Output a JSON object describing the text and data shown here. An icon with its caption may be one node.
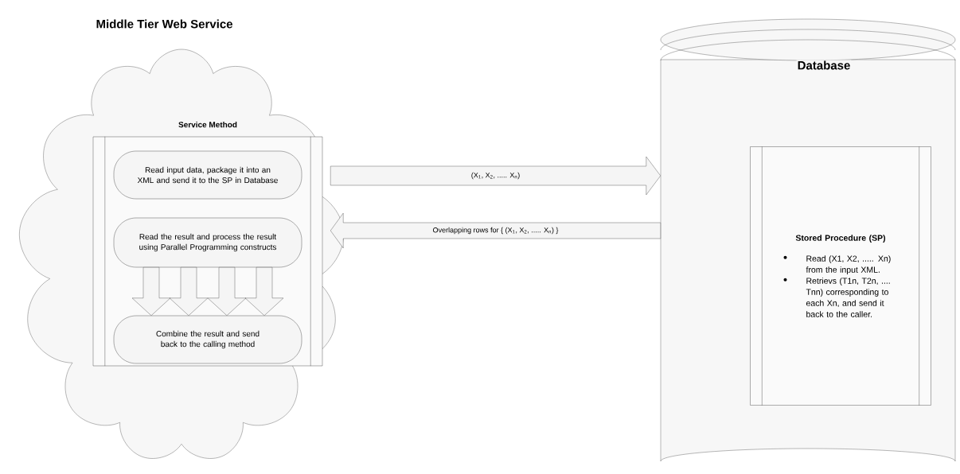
{
  "diagram": {
    "title": "Middle Tier Web Service",
    "nodes": [
      {
        "text": [],
        "shape": "cloud"
      },
      {
        "text": [
          "Service Method"
        ],
        "in": 0
      },
      {
        "text": [
          "Read input data, package it into an XML and send it to the SP in Database"
        ],
        "in": 1
      },
      {
        "text": [
          "Read the result and process the result using Parallel Programming constructs"
        ],
        "in": 1
      },
      {
        "text": [
          "Combine the result and send back to the calling method"
        ],
        "in": 1
      },
      {
        "text": [
          "Database"
        ]
      },
      {
        "text": [
          "Stored Procedure (SP)",
          "Read (X1, X2, ..... Xn) from the input XML.",
          "Retrievs (T1n, T2n, .... Tnn) corresponding to each Xn, and send it back to the caller."
        ],
        "in": 5
      }
    ],
    "edges": [
      {
        "from": 1,
        "to": 5,
        "arrow": "to",
        "label": "(X$_{1}$, X$_{2}$, ..... X$_{n}$)"
      },
      {
        "from": 5,
        "to": 1,
        "arrow": "to",
        "label": "Overlapping rows for { (X$_{1}$, X$_{2}$, ..... X$_{n}$) }"
      },
      {
        "from": 3,
        "to": 4,
        "arrow": "to"
      },
      {
        "from": 3,
        "to": 4,
        "arrow": "to"
      },
      {
        "from": 3,
        "to": 4,
        "arrow": "to"
      },
      {
        "from": 3,
        "to": 4,
        "arrow": "to"
      }
    ]
  }
}
